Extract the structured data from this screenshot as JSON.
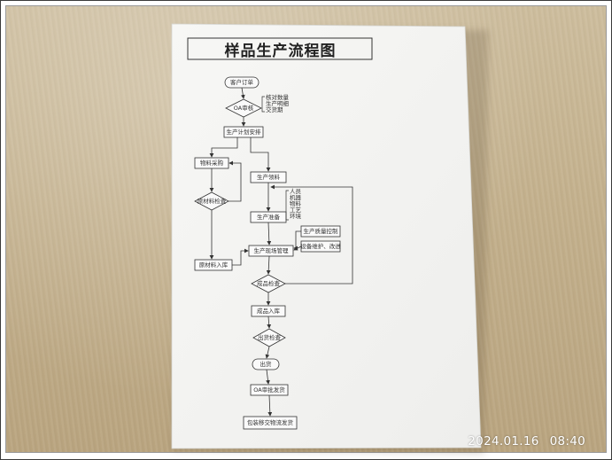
{
  "document": {
    "title": "样品生产流程图",
    "nodes": {
      "order": "客户订单",
      "oa_review": "OA审核",
      "plan": "生产计划安排",
      "purchase": "物料采购",
      "material_check": "原材料检查",
      "material_in": "原材料入库",
      "production": "生产领料",
      "prep": "生产准备",
      "site_manage": "生产现场管理",
      "quality": "生产质量控制",
      "maintenance": "设备维护、改进",
      "final_check": "成品检查",
      "warehouse": "成品入库",
      "ship_check": "出货检查",
      "ship": "出货",
      "oa_ship": "OA审批发货",
      "delivery": "包装移交物流发货"
    },
    "oa_notes": [
      "核对数量",
      "生产明细",
      "交货期"
    ],
    "prep_notes": [
      "人员",
      "机器",
      "物料",
      "工艺",
      "环境"
    ]
  },
  "timestamp": {
    "date": "2024.01.16",
    "time": "08:40"
  }
}
